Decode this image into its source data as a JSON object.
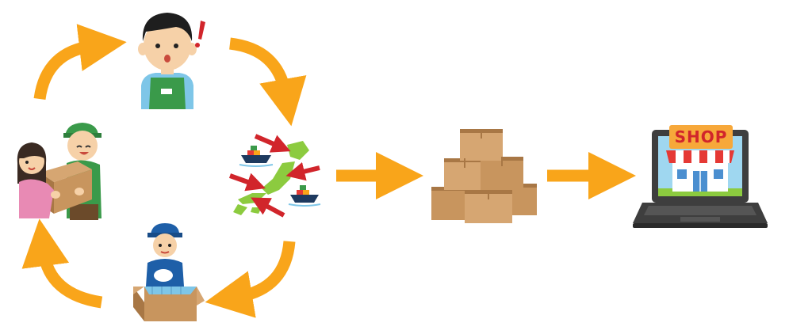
{
  "shop": {
    "sign_text": "SHOP"
  },
  "colors": {
    "arrow": "#F9A51A",
    "box": "#C8955E",
    "box_dark": "#A87745",
    "apron": "#3A9A4A",
    "japan": "#8CCB3F",
    "import_arrow": "#D1252B",
    "awning_red": "#E53935",
    "sign_orange": "#F7A83A",
    "laptop": "#3E3E3E"
  },
  "icons": [
    "shop-worker-surprised",
    "delivery-handover",
    "japan-import-map",
    "worker-packing-box",
    "cardboard-box-stack",
    "laptop-online-shop"
  ]
}
